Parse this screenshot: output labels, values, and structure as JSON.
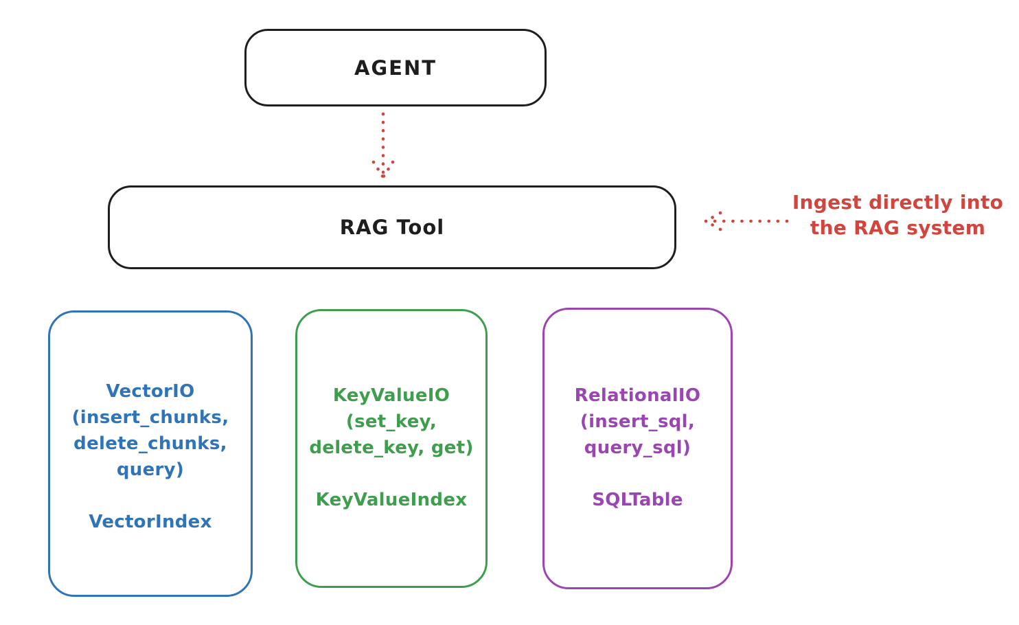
{
  "canvas": {
    "background": "#ffffff"
  },
  "colors": {
    "stroke_black": "#1e1e1e",
    "red": "#d0453e",
    "blue": "#2f74b9",
    "green": "#3f9e4e",
    "purple": "#9b45b2"
  },
  "nodes": {
    "agent": {
      "label": "AGENT"
    },
    "rag_tool": {
      "label": "RAG Tool"
    }
  },
  "annotation": {
    "text": "Ingest directly into\nthe RAG system"
  },
  "arrows": [
    {
      "name": "agent-to-rag-tool",
      "style": "dotted",
      "direction": "down",
      "color": "#d0453e"
    },
    {
      "name": "annotation-to-rag-tool",
      "style": "dotted",
      "direction": "left",
      "color": "#d0453e"
    }
  ],
  "io_boxes": [
    {
      "name": "vector-io",
      "api": "VectorIO\n(insert_chunks,\ndelete_chunks,\nquery)",
      "index": "VectorIndex",
      "color": "#2f74b9"
    },
    {
      "name": "key-value-io",
      "api": "KeyValueIO\n(set_key,\ndelete_key, get)",
      "index": "KeyValueIndex",
      "color": "#3f9e4e"
    },
    {
      "name": "relational-io",
      "api": "RelationalIO\n(insert_sql,\nquery_sql)",
      "index": "SQLTable",
      "color": "#9b45b2"
    }
  ]
}
